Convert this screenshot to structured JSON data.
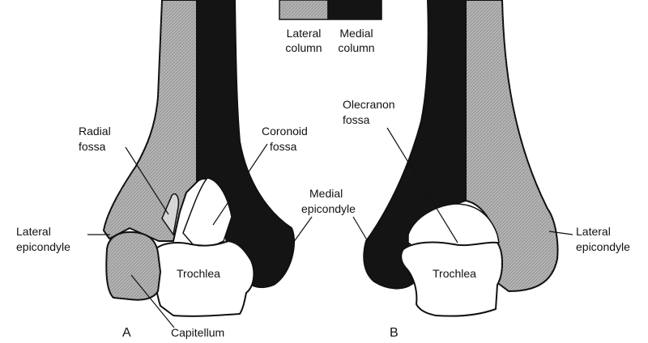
{
  "colors": {
    "lateral_column": "#b4b4b4",
    "medial_column": "#141414",
    "articular": "#ffffff",
    "outline": "#111111"
  },
  "legend": {
    "lateral_line1": "Lateral",
    "lateral_line2": "column",
    "medial_line1": "Medial",
    "medial_line2": "column"
  },
  "view_a": {
    "letter": "A",
    "radial_fossa_line1": "Radial",
    "radial_fossa_line2": "fossa",
    "coronoid_fossa_line1": "Coronoid",
    "coronoid_fossa_line2": "fossa",
    "medial_epicondyle_line1": "Medial",
    "medial_epicondyle_line2": "epicondyle",
    "lateral_epicondyle_line1": "Lateral",
    "lateral_epicondyle_line2": "epicondyle",
    "trochlea": "Trochlea",
    "capitellum": "Capitellum"
  },
  "view_b": {
    "letter": "B",
    "olecranon_fossa_line1": "Olecranon",
    "olecranon_fossa_line2": "fossa",
    "lateral_epicondyle_line1": "Lateral",
    "lateral_epicondyle_line2": "epicondyle",
    "trochlea": "Trochlea"
  }
}
